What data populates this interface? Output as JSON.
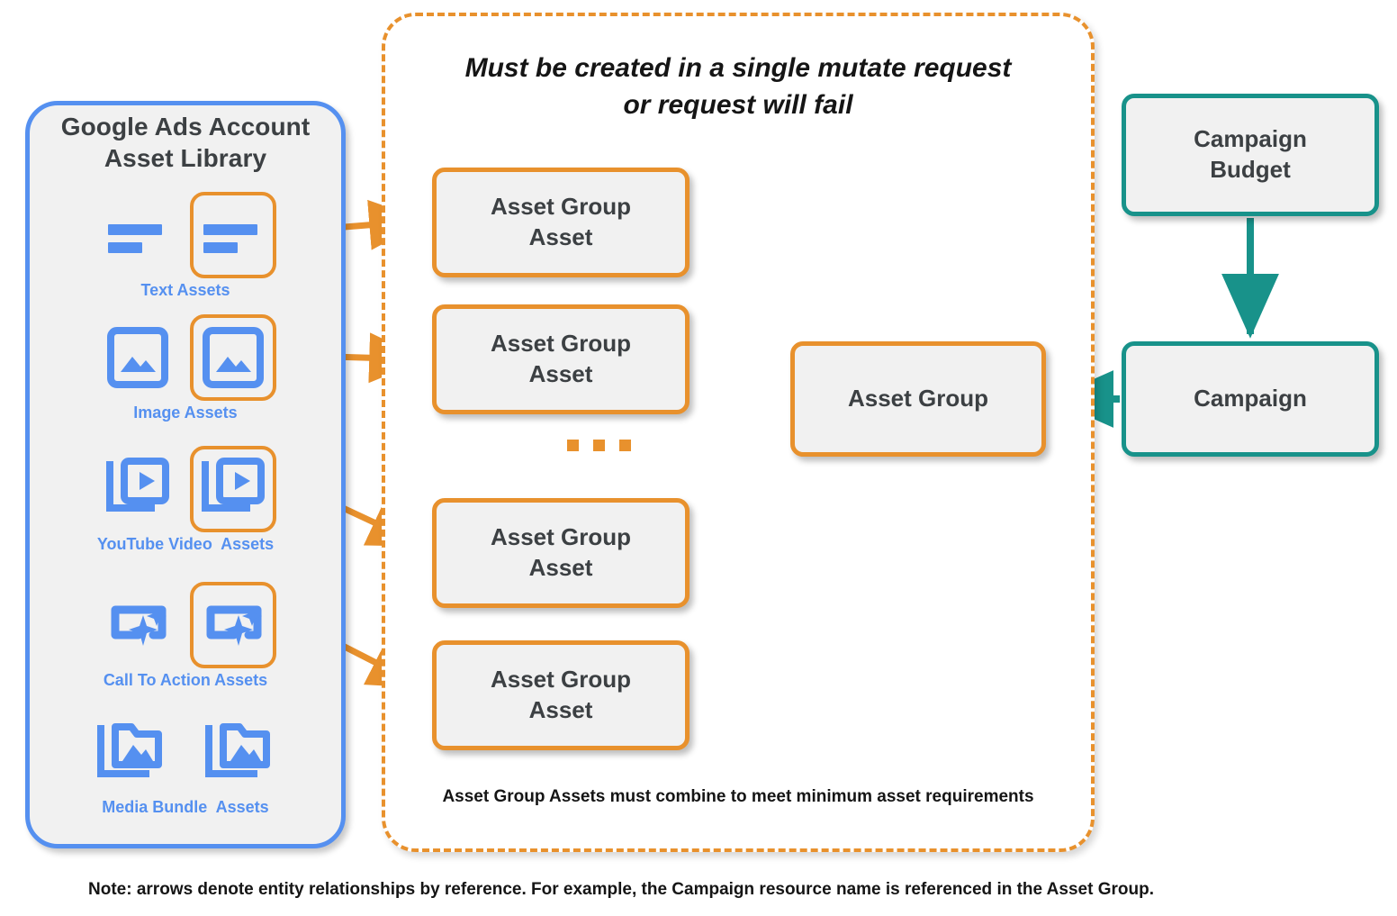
{
  "colors": {
    "orange": "#E8912D",
    "blue": "#5590F0",
    "teal": "#18928A",
    "node_fill": "#F1F1F1",
    "text_dark": "#3C4043",
    "text_black": "#151515"
  },
  "library": {
    "title": "Google Ads Account\nAsset Library",
    "assets": [
      {
        "label": "Text Assets",
        "icon": "text-asset-icon",
        "highlighted": true
      },
      {
        "label": "Image Assets",
        "icon": "image-asset-icon",
        "highlighted": true
      },
      {
        "label": "YouTube Video  Assets",
        "icon": "youtube-video-asset-icon",
        "highlighted": true
      },
      {
        "label": "Call To Action Assets",
        "icon": "call-to-action-asset-icon",
        "highlighted": true
      },
      {
        "label": "Media Bundle  Assets",
        "icon": "media-bundle-asset-icon",
        "highlighted": false
      }
    ]
  },
  "mutate_container": {
    "caption": "Must be created in a single mutate request\nor request will fail",
    "footnote": "Asset Group Assets must combine to meet minimum asset requirements",
    "ellipsis": "..."
  },
  "nodes": {
    "asset_group_asset_1": "Asset Group\nAsset",
    "asset_group_asset_2": "Asset Group\nAsset",
    "asset_group_asset_3": "Asset Group\nAsset",
    "asset_group_asset_4": "Asset Group\nAsset",
    "asset_group": "Asset Group",
    "campaign_budget": "Campaign\nBudget",
    "campaign": "Campaign"
  },
  "bottom_note": "Note: arrows denote entity relationships by reference. For example, the Campaign resource name is referenced in the Asset Group."
}
